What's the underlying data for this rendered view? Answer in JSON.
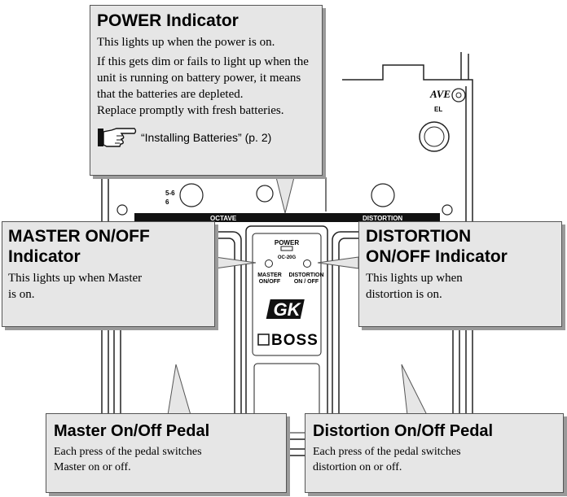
{
  "power": {
    "title": "POWER Indicator",
    "line1": "This lights up when the power is on.",
    "line2": "If this gets dim or fails to light up when the",
    "line3": "unit is running on battery power, it means",
    "line4": "that the batteries are depleted.",
    "line5": "Replace promptly with fresh batteries.",
    "reference": "“Installing Batteries” (p. 2)"
  },
  "master_indicator": {
    "title_line1": "MASTER ON/OFF",
    "title_line2": "Indicator",
    "line1": "This lights up when Master",
    "line2": "is on."
  },
  "distortion_indicator": {
    "title_line1": "DISTORTION",
    "title_line2": "ON/OFF Indicator",
    "line1": "This lights up when",
    "line2": "distortion is on."
  },
  "master_pedal": {
    "title": "Master On/Off Pedal",
    "line1": "Each press of the pedal switches",
    "line2": "Master on or off."
  },
  "distortion_pedal": {
    "title": "Distortion On/Off Pedal",
    "line1": "Each press of the pedal switches",
    "line2": "distortion on or off."
  },
  "device": {
    "power_label": "POWER",
    "adapter_label": "OC-20G",
    "master_label_1": "MASTER",
    "master_label_2": "ON/OFF",
    "distortion_label_1": "DISTORTION",
    "distortion_label_2": "ON / OFF",
    "section_octave": "OCTAVE",
    "section_distortion": "DISTORTION",
    "model_logo": "GK",
    "brand_logo": "BOSS",
    "top_right_fragment": "AVE",
    "level_fragment": "EL",
    "scale_a": "5-6",
    "scale_b": "6"
  },
  "colors": {
    "callout_bg": "#e6e6e6",
    "callout_shadow": "#9a9a9a",
    "strip": "#111111"
  }
}
